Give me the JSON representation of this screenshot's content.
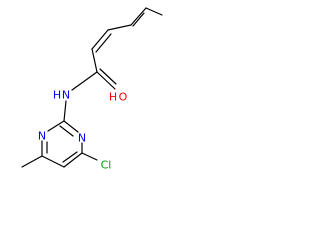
{
  "molecule": {
    "atoms": {
      "oxygen": {
        "label": "O",
        "color": "#ff0000"
      },
      "nh": {
        "label": "N",
        "color": "#0000ff"
      },
      "nh_h": {
        "label": "H",
        "color": "#0000ff"
      },
      "ring_n1": {
        "label": "N",
        "color": "#0000ff"
      },
      "ring_n3": {
        "label": "N",
        "color": "#0000ff"
      },
      "chlorine": {
        "label": "Cl",
        "color": "#00a000"
      }
    }
  }
}
